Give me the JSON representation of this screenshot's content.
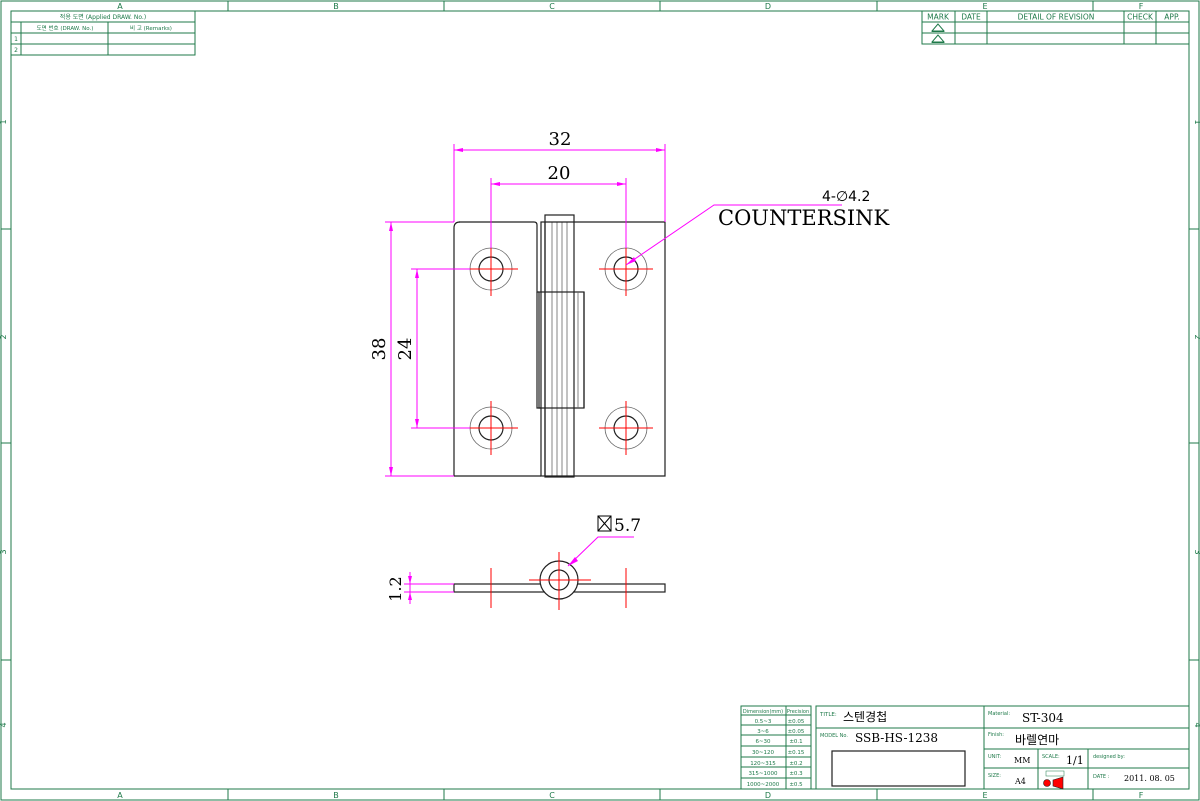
{
  "frame": {
    "col_labels": [
      "A",
      "B",
      "C",
      "D",
      "E",
      "F"
    ],
    "row_labels": [
      "1",
      "2",
      "3",
      "4"
    ]
  },
  "applied_table": {
    "title": "적용 도면 (Applied DRAW. No.)",
    "col1": "도면 번호 (DRAW. No.)",
    "col2": "비 고 (Remarks)",
    "rows": [
      "1",
      "2"
    ]
  },
  "revision_table": {
    "headers": [
      "MARK",
      "DATE",
      "DETAIL OF REVISION",
      "CHECK",
      "APP."
    ]
  },
  "dimensions": {
    "overall_width": "32",
    "hole_spacing_x": "20",
    "overall_height": "38",
    "hole_spacing_y": "24",
    "hole_note_count": "4-∅4.2",
    "hole_note_type": "COUNTERSINK",
    "knuckle_size": "5.7",
    "thickness": "1.2"
  },
  "tolerance_table": {
    "header_dim": "Dimension(mm)",
    "header_prec": "Precision",
    "rows": [
      [
        "0.5~3",
        "±0.05"
      ],
      [
        "3~6",
        "±0.05"
      ],
      [
        "6~30",
        "±0.1"
      ],
      [
        "30~120",
        "±0.15"
      ],
      [
        "120~315",
        "±0.2"
      ],
      [
        "315~1000",
        "±0.3"
      ],
      [
        "1000~2000",
        "±0.5"
      ]
    ]
  },
  "title_block": {
    "title_label": "TITLE:",
    "title_value": "스텐경첩",
    "model_label": "MODEL No.",
    "model_value": "SSB-HS-1238",
    "material_label": "Material:",
    "material_value": "ST-304",
    "finish_label": "Finish:",
    "finish_value": "바렐연마",
    "unit_label": "UNIT:",
    "unit_value": "MM",
    "scale_label": "SCALE:",
    "scale_value": "1/1",
    "designed_label": "designed by:",
    "size_label": "SIZE:",
    "size_value": "A4",
    "date_label": "DATE :",
    "date_value": "2011. 08. 05"
  }
}
